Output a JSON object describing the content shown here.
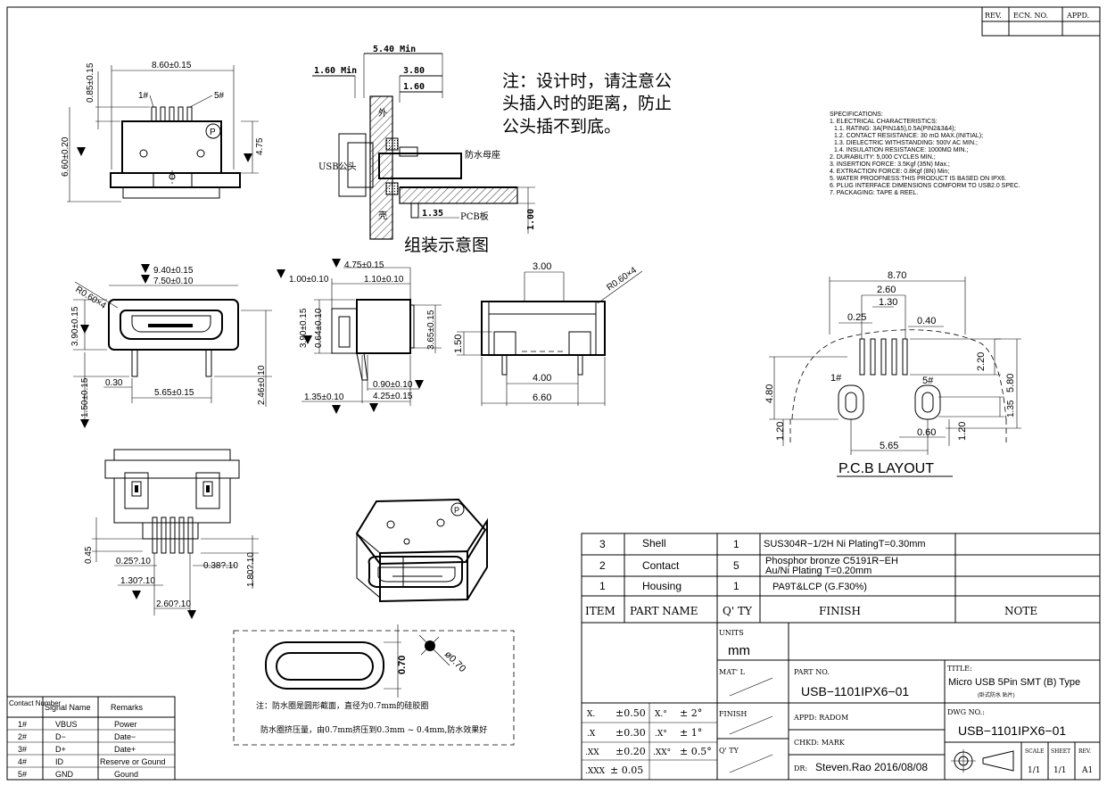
{
  "revision_block": {
    "rev": "REV.",
    "ecn_no": "ECN. NO.",
    "appd": "APPD."
  },
  "views": {
    "top_view": {
      "d_width": "8.60±0.15",
      "d_pin_height": "0.85±0.15",
      "d_total_height": "6.60±0.20",
      "d_body": "4.75",
      "pin1": "1#",
      "pin5": "5#",
      "logo": "P"
    },
    "assembly": {
      "d_540": "5.40 Min",
      "d_160min": "1.60 Min",
      "d_380": "3.80",
      "d_160": "1.60",
      "d_135": "1.35",
      "d_100": "1.00",
      "usb_male": "USB公头",
      "waterproof_socket": "防水母座",
      "pcb_board": "PCB板",
      "outer_label_a": "外",
      "outer_label_b": "壳",
      "caption": "组装示意图"
    },
    "note_cn": {
      "line1": "注：设计时，请注意公",
      "line2": "头插入时的距离，防止",
      "line3": "公头插不到底。"
    },
    "front_view": {
      "d_r": "R0.60×4",
      "d_940": "9.40±0.15",
      "d_750": "7.50±0.10",
      "d_390": "3.90±0.15",
      "d_246": "2.46±0.10",
      "d_150": "1.50±0.15",
      "d_030": "0.30",
      "d_565": "5.65±0.15"
    },
    "side_view": {
      "d_100": "1.00±0.10",
      "d_475": "4.75±0.15",
      "d_110": "1.10±0.10",
      "d_390": "3.90±0.15",
      "d_064": "0.64±0.10",
      "d_365": "3.65±0.15",
      "d_135": "1.35±0.10",
      "d_090": "0.90±0.10",
      "d_425": "4.25±0.15"
    },
    "rear_view": {
      "d_300": "3.00",
      "d_r": "R0.60×4",
      "d_150": "1.50",
      "d_400": "4.00",
      "d_660": "6.60"
    },
    "bottom_view": {
      "d_045": "0.45",
      "d_025": "0.25?.10",
      "d_038": "0.38?.10",
      "d_130": "1.30?.10",
      "d_180": "1.80?.10",
      "d_260": "2.60?.10",
      "logo": "P"
    },
    "gasket": {
      "d_070": "0.70",
      "d_dia": "ø0.70",
      "note1": "注：防水圈是圆形截面，直径为0.7mm的硅胶圈",
      "note2": "防水圈挤压量，由0.7mm挤压到0.3mm ~ 0.4mm,防水效果好"
    },
    "pcb_layout": {
      "d_870": "8.70",
      "d_260": "2.60",
      "d_130": "1.30",
      "d_025": "0.25",
      "d_040": "0.40",
      "d_220": "2.20",
      "d_580": "5.80",
      "d_480": "4.80",
      "d_135": "1.35",
      "d_120a": "1.20",
      "d_120b": "1.20",
      "d_060": "0.60",
      "d_565": "5.65",
      "pin1": "1#",
      "pin5": "5#",
      "title": "P.C.B  LAYOUT"
    }
  },
  "specifications": {
    "heading": "SPECIFICATIONS:",
    "lines": [
      "1. ELECTRICAL CHARACTERISTICS:",
      "1.1. RATING: 3A(PIN1&5),0.5A(PIN2&3&4);",
      "1.2. CONTACT RESISTANCE: 30 mΩ MAX.(INITIAL);",
      "1.3. DIELECTRIC WITHSTANDING: 500V AC MIN.;",
      "1.4. INSULATION RESISTANCE: 1000MΩ MIN.;",
      "2. DURABILITY: 5,000 CYCLES MIN.;",
      "3. INSERTION FORCE: 3.5Kgf (35N) Max.;",
      "4. EXTRACTION FORCE: 0.8Kgf (8N) Min;",
      "5. WATER PROOFNESS:THIS PRODUCT IS BASED ON IPX6.",
      "6. PLUG INTERFACE DIMENSIONS COMFORM TO USB2.0 SPEC.",
      "7. PACKAGING: TAPE & REEL."
    ]
  },
  "pin_table": {
    "headers": [
      "Contact Number",
      "Signal Name",
      "Remarks"
    ],
    "rows": [
      [
        "1#",
        "VBUS",
        "Power"
      ],
      [
        "2#",
        "D−",
        "Date−"
      ],
      [
        "3#",
        "D+",
        "Date+"
      ],
      [
        "4#",
        "ID",
        "Reserve or Gound"
      ],
      [
        "5#",
        "GND",
        "Gound"
      ]
    ]
  },
  "bom": {
    "headers": {
      "item": "ITEM",
      "part_name": "PART   NAME",
      "qty": "Q' TY",
      "finish": "FINISH",
      "note": "NOTE"
    },
    "rows": [
      {
        "item": "3",
        "name": "Shell",
        "qty": "1",
        "finish": "SUS304R−1/2H   Ni   PlatingT=0.30mm"
      },
      {
        "item": "2",
        "name": "Contact",
        "qty": "5",
        "finish": "Phosphor bronze C5191R−EH",
        "finish2": "Au/Ni   Plating   T=0.20mm"
      },
      {
        "item": "1",
        "name": "Housing",
        "qty": "1",
        "finish": "PA9T&LCP (G.F30%)"
      }
    ]
  },
  "title_block": {
    "units_label": "UNITS",
    "units": "mm",
    "matl_label": "MAT' L",
    "finish_label": "FINISH",
    "qty_label": "Q' TY",
    "part_no_label": "PART   NO.",
    "part_no": "USB−1101IPX6−01",
    "title_label": "TITLE:",
    "title": "Micro USB 5Pin   SMT (B) Type",
    "title_sub": "(卧式防水 贴片)",
    "appd_label": "APPD:   RADOM",
    "chkd_label": "CHKD:   MARK",
    "dr_label": "DR:",
    "drawer": "Steven.Rao 2016/08/08",
    "dwg_no_label": "DWG NO.:",
    "dwg_no": "USB−1101IPX6−01",
    "scale_label": "SCALE",
    "scale": "1/1",
    "sheet_label": "SHEET",
    "sheet": "1/1",
    "rev_label": "REV.",
    "rev": "A1",
    "tolerances": [
      {
        "a": "X.",
        "b": "±0.50",
        "c": "X.°",
        "d": "± 2°"
      },
      {
        "a": ".X",
        "b": "±0.30",
        "c": ".X°",
        "d": "± 1°"
      },
      {
        "a": ".XX",
        "b": "±0.20",
        "c": ".XX°",
        "d": "± 0.5°"
      },
      {
        "a": ".XXX",
        "b": "± 0.05",
        "c": "",
        "d": ""
      }
    ]
  }
}
